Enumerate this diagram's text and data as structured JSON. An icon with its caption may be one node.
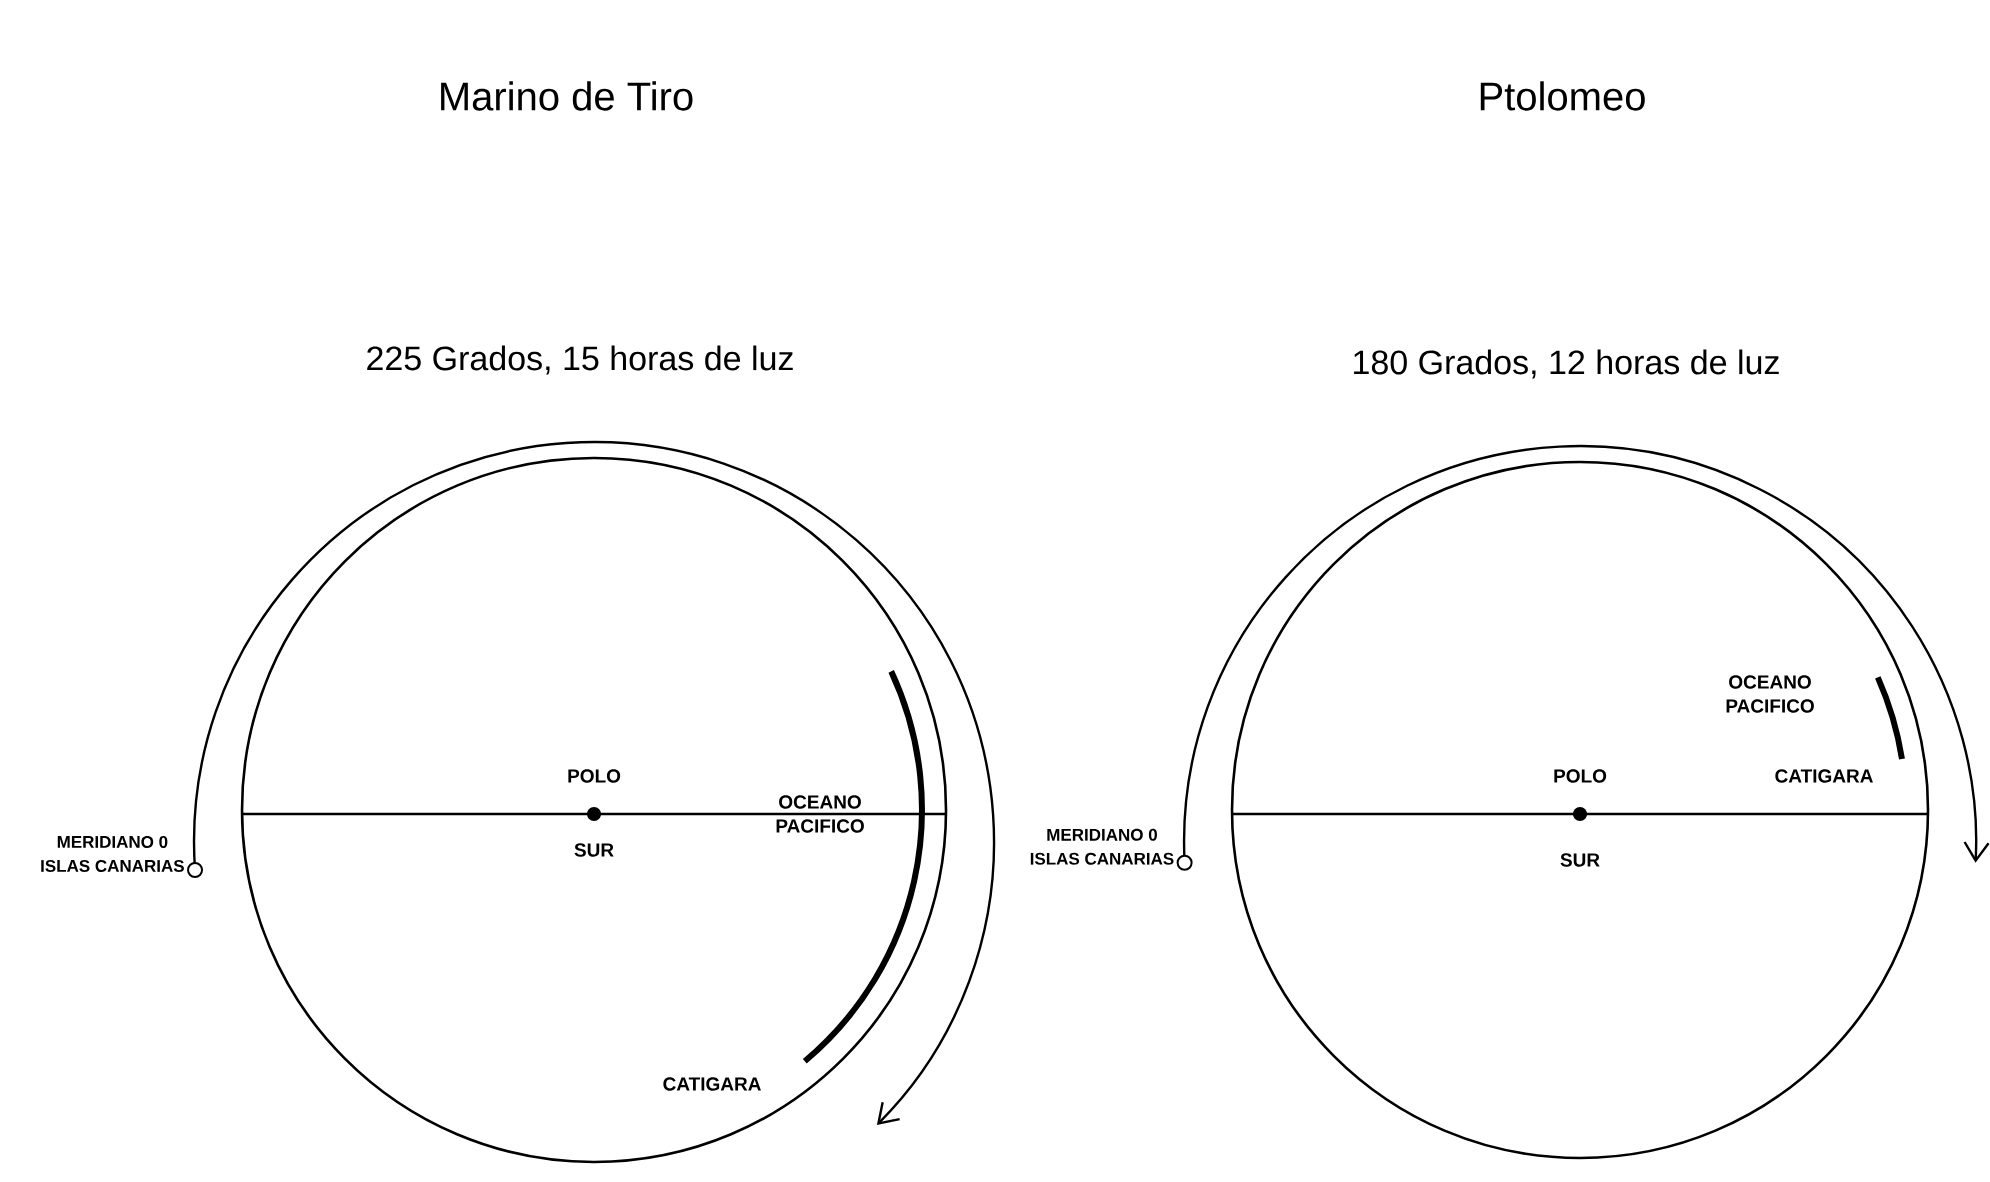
{
  "diagram": {
    "nodes": [
      {
        "text": [
          "MERIDIANO 0",
          "ISLAS CANARIAS"
        ]
      },
      {
        "text": [
          "MERIDIANO 0",
          "ISLAS CANARIAS"
        ]
      }
    ],
    "edges": [
      {
        "from": 0,
        "to": null,
        "arrow": "to",
        "label": "225 Grados, 15 horas de luz"
      },
      {
        "from": 1,
        "to": null,
        "arrow": "to",
        "label": "180 Grados, 12 horas de luz"
      }
    ],
    "labels": [
      "Marino de Tiro",
      "Ptolomeo",
      "POLO",
      "SUR",
      "OCEANO PACIFICO",
      "CATIGARA",
      "POLO",
      "SUR",
      "OCEANO PACIFICO",
      "CATIGARA"
    ]
  }
}
